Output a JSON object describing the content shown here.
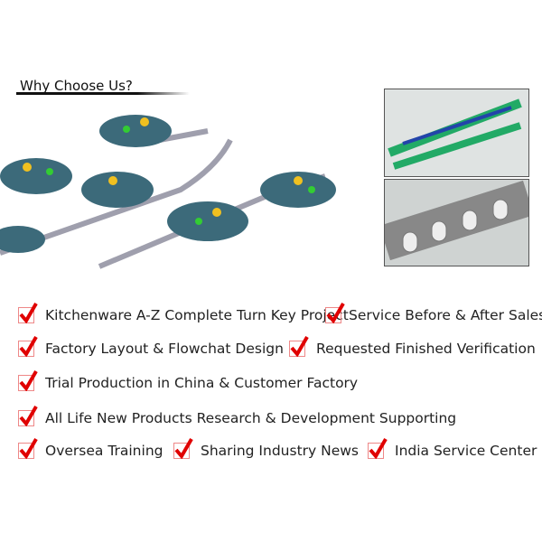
{
  "heading": "Why Choose Us?",
  "features": [
    "Kitchenware A-Z Complete Turn Key Project",
    "Service Before & After Sales",
    "Factory Layout & Flowchat Design",
    "Requested Finished Verification",
    "Trial Production in China & Customer Factory",
    "All Life New Products Research & Development Supporting",
    "Oversea Training",
    "Sharing Industry News",
    "India Service Center"
  ],
  "colors": {
    "check": "#e00000",
    "machine": "#3c6a7a",
    "accent": "#f0c020"
  }
}
